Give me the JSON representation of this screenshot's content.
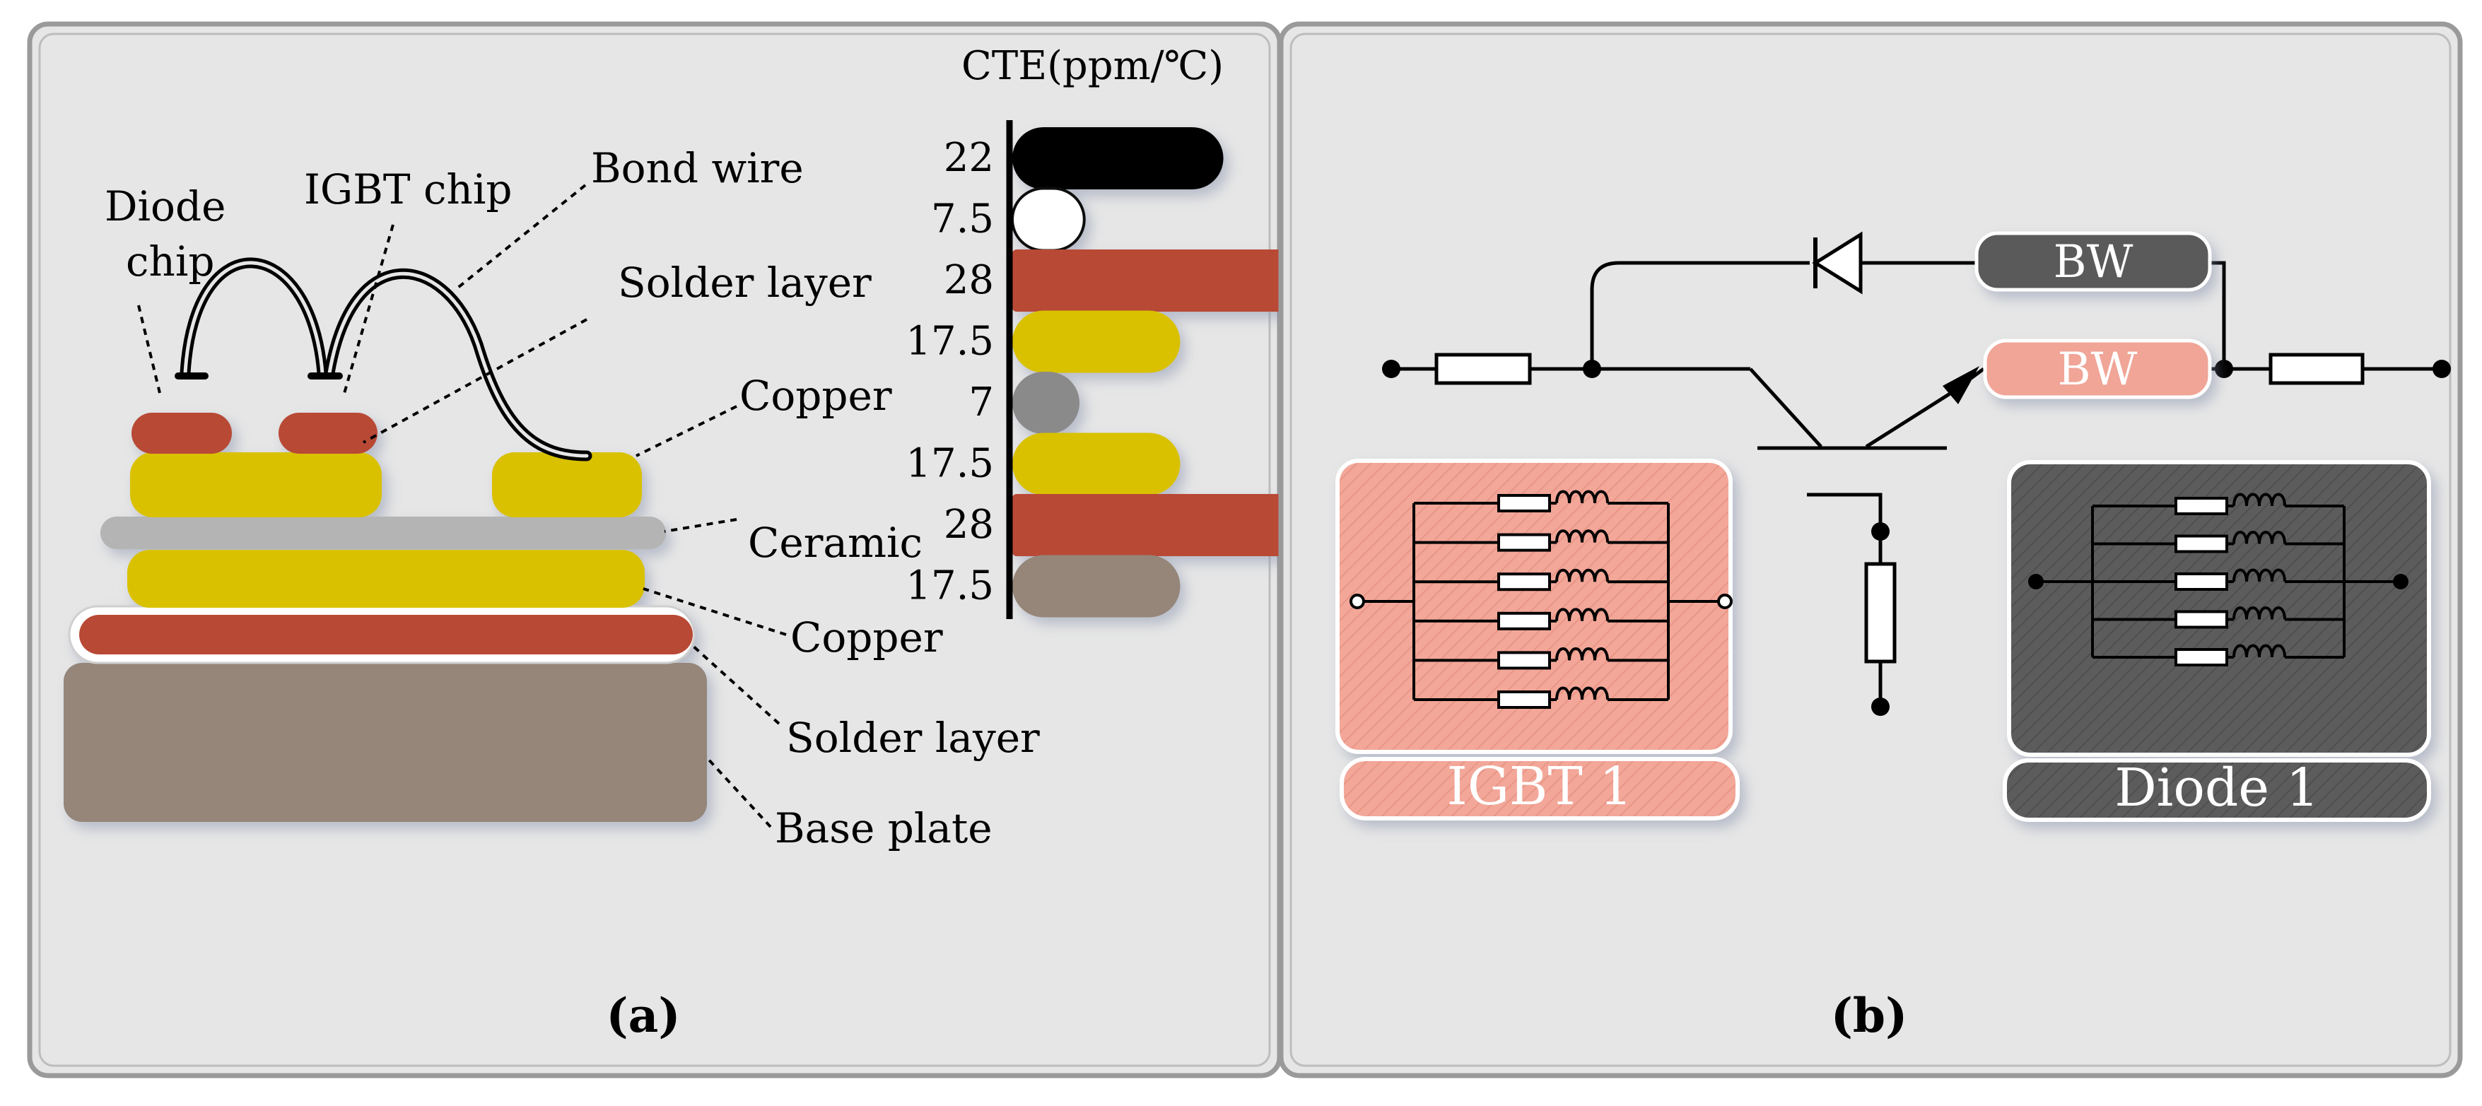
{
  "panel_a": {
    "caption": "(a)",
    "labels": {
      "diode_chip_line1": "Diode",
      "diode_chip_line2": "chip",
      "igbt_chip": "IGBT chip",
      "bond_wire": "Bond wire",
      "solder_layer_top": "Solder layer",
      "copper_top": "Copper",
      "ceramic": "Ceramic",
      "copper_bottom": "Copper",
      "solder_layer_bottom": "Solder layer",
      "base_plate": "Base plate"
    },
    "colors": {
      "solder": "#b84a34",
      "copper": "#d9c100",
      "ceramic": "#b4b4b4",
      "base_plate": "#958679",
      "bond_wire": "#000000"
    }
  },
  "cte_scale": {
    "title": "CTE(ppm/℃)",
    "bars": [
      {
        "label": "22",
        "value": 22,
        "color": "#000000"
      },
      {
        "label": "7.5",
        "value": 7.5,
        "color": "#ffffff"
      },
      {
        "label": "28",
        "value": 28,
        "color": "#b84a34"
      },
      {
        "label": "17.5",
        "value": 17.5,
        "color": "#d9c100"
      },
      {
        "label": "7",
        "value": 7,
        "color": "#8a8a8a"
      },
      {
        "label": "17.5",
        "value": 17.5,
        "color": "#d9c100"
      },
      {
        "label": "28",
        "value": 28,
        "color": "#b84a34"
      },
      {
        "label": "17.5",
        "value": 17.5,
        "color": "#958679"
      }
    ]
  },
  "panel_b": {
    "caption": "(b)",
    "bw_top": "BW",
    "bw_bottom": "BW",
    "igbt_label": "IGBT 1",
    "diode_label": "Diode 1",
    "colors": {
      "igbt": "#f0a597",
      "diode": "#5a5a5a",
      "wire": "#000000"
    }
  }
}
